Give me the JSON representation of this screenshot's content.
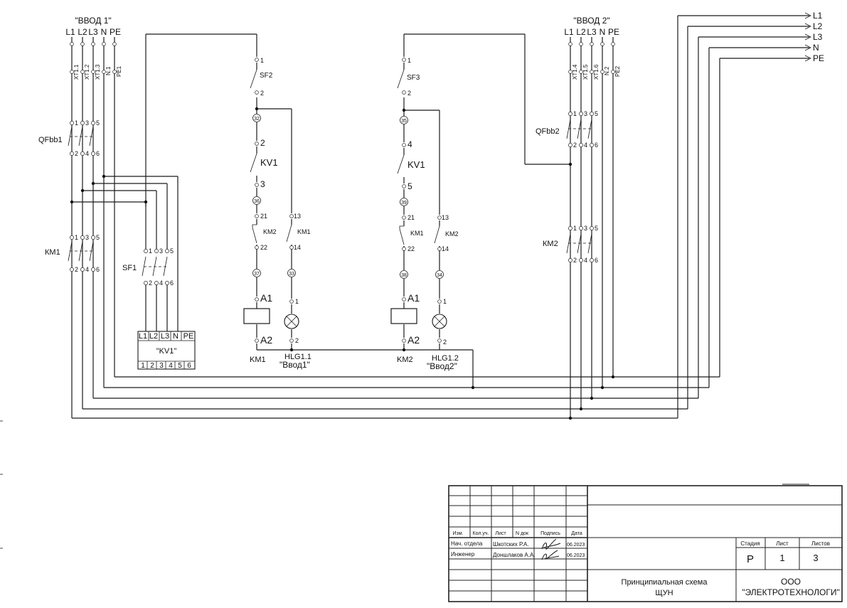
{
  "inputs": {
    "input1": {
      "title": "\"ВВОД 1\"",
      "phases": [
        "L1",
        "L2",
        "L3",
        "N",
        "PE"
      ],
      "xt": [
        "XT1.1",
        "XT1.2",
        "XT1.3",
        "N.1",
        "PE1"
      ]
    },
    "input2": {
      "title": "\"ВВОД 2\"",
      "phases": [
        "L1",
        "L2",
        "L3",
        "N",
        "PE"
      ],
      "xt": [
        "XT1.4",
        "XT1.5",
        "XT1.6",
        "N.2",
        "PE2"
      ]
    }
  },
  "bus": {
    "lines": [
      "L1",
      "L2",
      "L3",
      "N",
      "PE"
    ]
  },
  "terminal_numbers": {
    "odd": [
      "1",
      "3",
      "5"
    ],
    "even": [
      "2",
      "4",
      "6"
    ]
  },
  "breakers": {
    "qf1": "QFbb1",
    "qf2": "QFbb2",
    "km1": "КМ1",
    "km2": "КМ2",
    "sf1": "SF1"
  },
  "relay": {
    "name": "\"KV1\"",
    "top_terminals": [
      "L1",
      "L2",
      "L3",
      "N",
      "PE"
    ],
    "bottom_terminals": [
      "1",
      "2",
      "3",
      "4",
      "5",
      "6"
    ]
  },
  "circuit1": {
    "sf": "SF2",
    "t1": "1",
    "t2": "2",
    "wire_a": "32",
    "kv_top": "2",
    "kv": "KV1",
    "kv_bottom": "3",
    "wire_b": "36",
    "c21": "21",
    "interlock": "KM2",
    "c22": "22",
    "wire_c": "37",
    "a1": "A1",
    "a2": "A2",
    "coil": "KM1",
    "lamp_c13": "13",
    "lamp_contact": "KM1",
    "lamp_c14": "14",
    "wire_d": "33",
    "l1": "1",
    "l2": "2",
    "lamp": "HLG1.1",
    "lamp_caption": "\"Ввод1\""
  },
  "circuit2": {
    "sf": "SF3",
    "t1": "1",
    "t2": "2",
    "wire_a": "35",
    "kv_top": "4",
    "kv": "KV1",
    "kv_bottom": "5",
    "wire_b": "39",
    "c21": "21",
    "interlock": "KM1",
    "c22": "22",
    "wire_c": "38",
    "a1": "A1",
    "a2": "A2",
    "coil": "KM2",
    "lamp_c13": "13",
    "lamp_contact": "KM2",
    "lamp_c14": "14",
    "wire_d": "34",
    "l1": "1",
    "l2": "2",
    "lamp": "HLG1.2",
    "lamp_caption": "\"Ввод2\""
  },
  "title_block": {
    "headers": [
      "Изм.",
      "Кол.уч.",
      "Лист",
      "N док",
      "Подпись",
      "Дата"
    ],
    "rows": [
      {
        "role": "Нач. отдела",
        "name": "Шкотских Р.А.",
        "date": "06.2023"
      },
      {
        "role": "Инженер",
        "name": "Доншлаков А.А.",
        "date": "06.2023"
      }
    ],
    "stage_label": "Стадия",
    "sheet_label": "Лист",
    "sheets_label": "Листов",
    "stage": "Р",
    "sheet": "1",
    "sheets": "3",
    "doc_title_1": "Принципиальная схема",
    "doc_title_2": "ЩУН",
    "company_1": "ООО",
    "company_2": "\"ЭЛЕКТРОТЕХНОЛОГИ\""
  }
}
